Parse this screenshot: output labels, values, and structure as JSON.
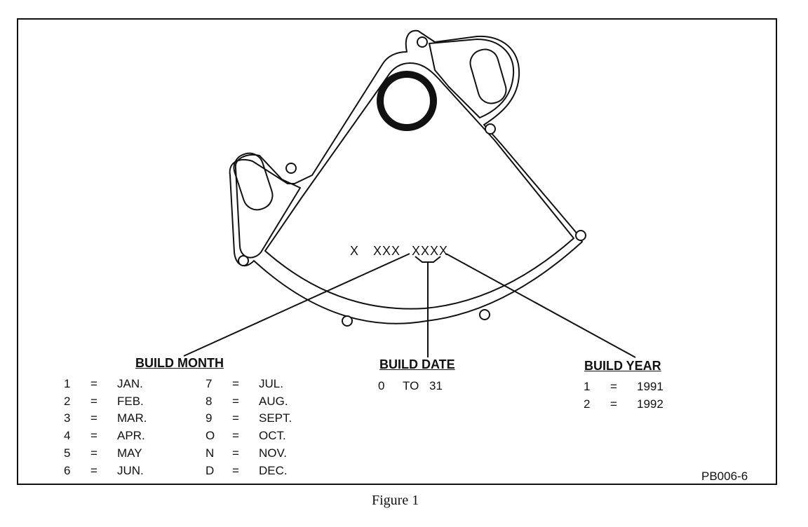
{
  "code_label": {
    "x": "X",
    "xxx": "XXX",
    "xxxx": "XXXX"
  },
  "build_month": {
    "title": "BUILD MONTH",
    "eq": "=",
    "left": [
      {
        "code": "1",
        "month": "JAN."
      },
      {
        "code": "2",
        "month": "FEB."
      },
      {
        "code": "3",
        "month": "MAR."
      },
      {
        "code": "4",
        "month": "APR."
      },
      {
        "code": "5",
        "month": "MAY"
      },
      {
        "code": "6",
        "month": "JUN."
      }
    ],
    "right": [
      {
        "code": "7",
        "month": "JUL."
      },
      {
        "code": "8",
        "month": "AUG."
      },
      {
        "code": "9",
        "month": "SEPT."
      },
      {
        "code": "O",
        "month": "OCT."
      },
      {
        "code": "N",
        "month": "NOV."
      },
      {
        "code": "D",
        "month": "DEC."
      }
    ]
  },
  "build_date": {
    "title": "BUILD DATE",
    "from": "0",
    "to_word": "TO",
    "to": "31"
  },
  "build_year": {
    "title": "BUILD YEAR",
    "eq": "=",
    "rows": [
      {
        "code": "1",
        "year": "1991"
      },
      {
        "code": "2",
        "year": "1992"
      }
    ]
  },
  "part_id": "PB006-6",
  "caption": "Figure 1"
}
